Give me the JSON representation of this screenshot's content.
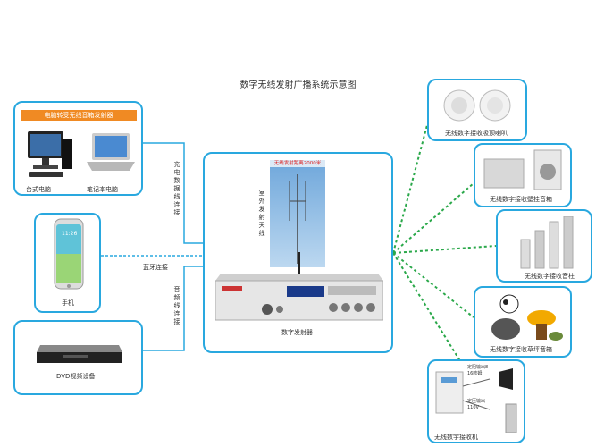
{
  "title": "数字无线发射广播系统示意图",
  "left": {
    "computers": {
      "banner": "电脑转受无线音箱发射器",
      "desktop_label": "台式电脑",
      "laptop_label": "笔记本电脑"
    },
    "phone": {
      "label": "手机",
      "time": "11:26"
    },
    "dvd": {
      "label": "DVD视频设备"
    }
  },
  "connections": {
    "top": "充电数据线连接",
    "middle": "蓝牙连接",
    "bottom": "音频线连接"
  },
  "center": {
    "antenna_tag": "无线发射距离2000米",
    "antenna_caption": "室外发射天线",
    "device_label": "数字发射器"
  },
  "right": {
    "r1": {
      "label": "无线数字接收吸顶喇叭"
    },
    "r2": {
      "label": "无线数字接收壁挂音箱"
    },
    "r3": {
      "label": "无线数字接收音柱"
    },
    "r4": {
      "label": "无线数字接收草坪音箱"
    },
    "r5": {
      "label": "无线数字接收机",
      "out1": "定阻输出8-16欧姆",
      "out2": "定压输出110V"
    }
  },
  "colors": {
    "box_border": "#29a8df",
    "wireless_line": "#2aa84a",
    "orange": "#f08a23"
  }
}
